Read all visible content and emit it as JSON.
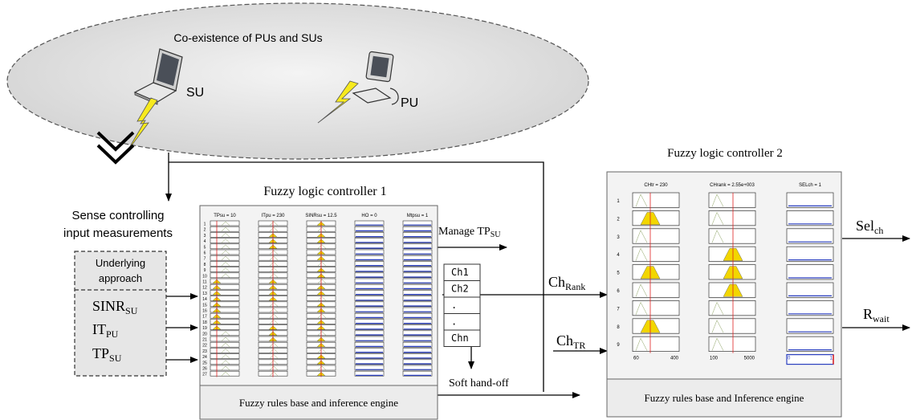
{
  "cloud": {
    "title": "Co-existence of PUs and SUs",
    "su_label": "SU",
    "pu_label": "PU"
  },
  "sense": {
    "line1": "Sense controlling",
    "line2": "input measurements"
  },
  "underlying": {
    "line1": "Underlying",
    "line2": "approach",
    "inputs": [
      {
        "main": "SINR",
        "sub": "SU"
      },
      {
        "main": "IT",
        "sub": "PU"
      },
      {
        "main": "TP",
        "sub": "SU"
      }
    ]
  },
  "flc1": {
    "title": "Fuzzy logic controller 1",
    "rules_label": "Fuzzy rules base and inference engine",
    "columns": [
      "TPsu = 10",
      "ITpu = 230",
      "SINRsu = 12.5",
      "HO = 0",
      "Mtpsu = 1"
    ],
    "row_count": 27
  },
  "manage": {
    "main": "Manage TP",
    "sub": "SU"
  },
  "channels": [
    "Ch1",
    "Ch2",
    ".",
    ".",
    "Chn"
  ],
  "soft_handoff": "Soft hand-off",
  "ch_rank": {
    "main": "Ch",
    "sub": "Rank"
  },
  "ch_tr": {
    "main": "Ch",
    "sub": "TR"
  },
  "flc2": {
    "title": "Fuzzy logic controller 2",
    "rules_label": "Fuzzy rules base and Inference engine",
    "columns": [
      "CHtr = 230",
      "CHrank = 2.55e+003",
      "SELch = 1"
    ],
    "row_count": 9,
    "axis_ticks": [
      {
        "min": "60",
        "max": "400"
      },
      {
        "min": "100",
        "max": "5000"
      },
      {
        "min": "0",
        "max": "1"
      }
    ]
  },
  "sel": {
    "main": "Sel",
    "sub": "ch"
  },
  "rwait": {
    "main": "R",
    "sub": "wait"
  },
  "colors": {
    "membership_fill": "#f2d600",
    "cursor_line": "#e02020",
    "output_bar": "#2a3fbf",
    "cloud_fill": "#dedede"
  }
}
